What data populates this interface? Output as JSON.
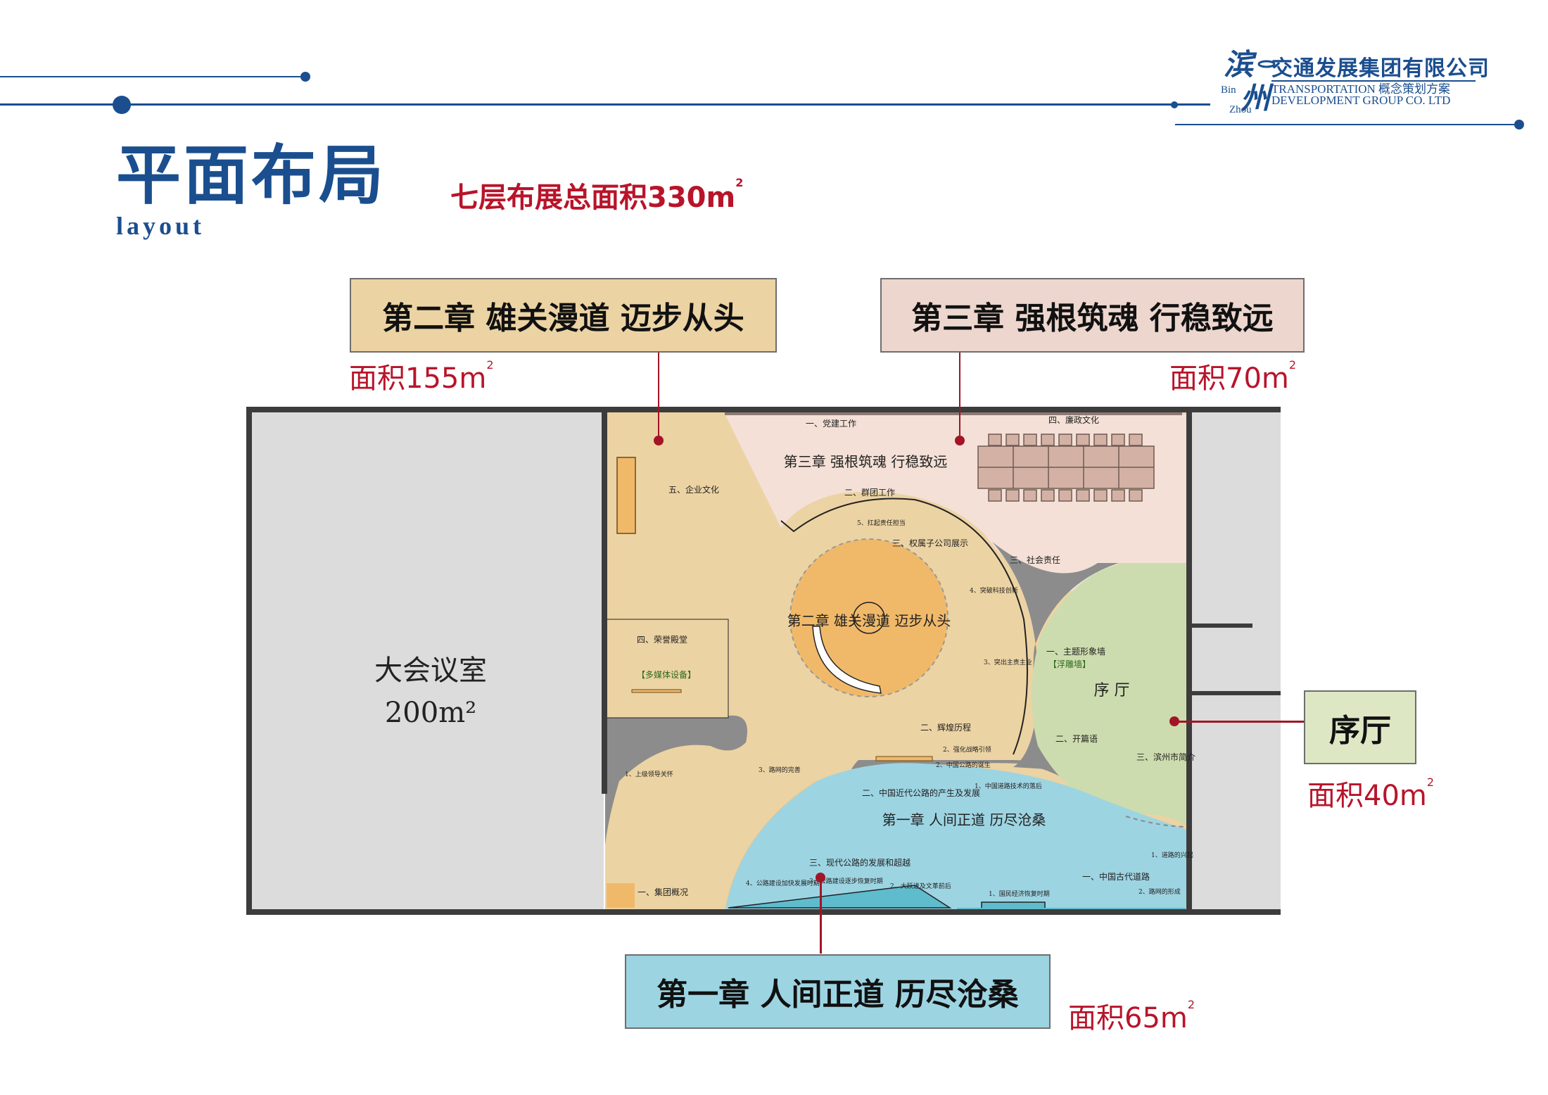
{
  "header": {
    "logo": {
      "mark_top": "滨",
      "mark_bottom": "州",
      "mark_en_top": "Bin",
      "mark_en_bottom": "Zhou",
      "company_cn": "交通发展集团有限公司",
      "company_en_line1": "TRANSPORTATION 概念策划方案",
      "company_en_line2": "DEVELOPMENT GROUP CO. LTD"
    },
    "title_cn": "平面布局",
    "title_en": "layout",
    "total_area_text": "七层布展总面积330m",
    "total_area_sup": "2"
  },
  "colors": {
    "brand_blue": "#1a4e8f",
    "accent_red": "#b8142a",
    "chapter1_blue": "#9dd4e2",
    "chapter2_tan": "#ecd3a3",
    "chapter2_core": "#f0b96a",
    "chapter3_pink": "#f4e0d6",
    "lobby_green": "#cddcae",
    "meeting_gray": "#dcdcdc",
    "wall_dark": "#3c3c3c",
    "partition_gray": "#8c8c8c"
  },
  "callouts": {
    "chapter2": {
      "title": "第二章  雄关漫道 迈步从头",
      "area": "面积155m",
      "sup": "2"
    },
    "chapter3": {
      "title": "第三章  强根筑魂 行稳致远",
      "area": "面积70m",
      "sup": "2"
    },
    "lobby": {
      "title": "序厅",
      "area": "面积40m",
      "sup": "2"
    },
    "chapter1": {
      "title": "第一章  人间正道 历尽沧桑",
      "area": "面积65m",
      "sup": "2"
    }
  },
  "floorplan": {
    "meeting_room": {
      "name": "大会议室",
      "area": "200m²"
    },
    "chapter2": {
      "title": "第二章   雄关漫道  迈步从头",
      "sections": [
        "五、企业文化",
        "四、荣誉殿堂",
        "【多媒体设备】",
        "三、权属子公司展示",
        "二、辉煌历程",
        "一、集团概况"
      ],
      "items": [
        "5、扛起责任担当",
        "4、突破科技创新",
        "3、突出主责主业",
        "2、强化战略引领",
        "1、上级领导关怀"
      ]
    },
    "chapter3": {
      "title": "第三章   强根筑魂  行稳致远",
      "sections": [
        "一、党建工作",
        "二、群团工作",
        "三、社会责任",
        "四、廉政文化"
      ]
    },
    "lobby": {
      "title": "序 厅",
      "sections": [
        "一、主题形象墙",
        "【浮雕墙】",
        "二、开篇语",
        "三、滨州市简介"
      ]
    },
    "chapter1": {
      "title": "第一章   人间正道  历尽沧桑",
      "sections": [
        "二、中国近代公路的产生及发展",
        "三、现代公路的发展和超越",
        "一、中国古代道路"
      ],
      "items": [
        "3、路网的完善",
        "2、中国公路的诞生",
        "1、中国道路技术的落后",
        "4、公路建设加快发展时期",
        "3、公路建设逐步恢复时期",
        "2、大跃进及文革前后",
        "1、国民经济恢复时期",
        "1、道路的兴起",
        "2、路网的形成"
      ]
    }
  }
}
